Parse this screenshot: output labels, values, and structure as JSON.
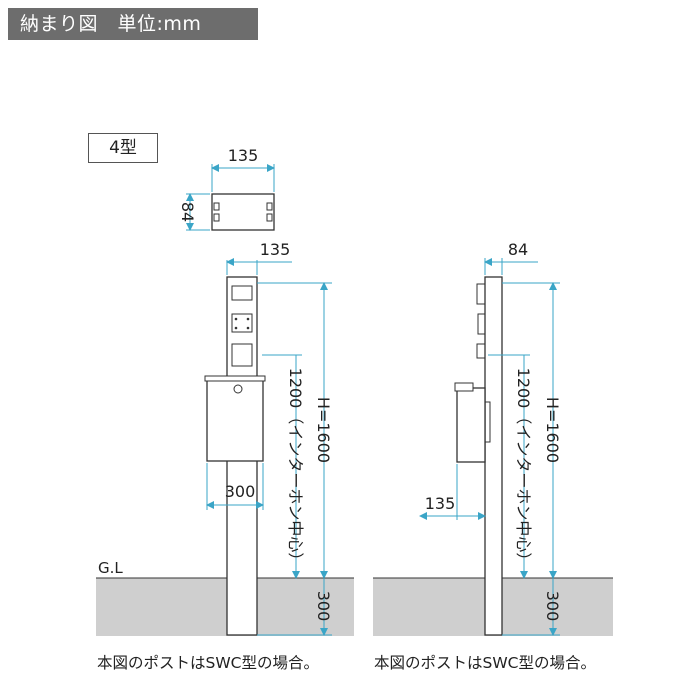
{
  "header": {
    "title": "納まり図　単位:mm"
  },
  "type_label": "4型",
  "top_view": {
    "width": "135",
    "depth": "84"
  },
  "front_view": {
    "pole_width": "135",
    "height": "H=1600",
    "intercom_center": "1200（インターホン中心）",
    "post_width": "300",
    "embed": "300"
  },
  "side_view": {
    "pole_depth": "84",
    "height": "H=1600",
    "intercom_center": "1200（インターホン中心）",
    "post_offset": "135",
    "embed": "300"
  },
  "ground_label": "G.L",
  "captions": {
    "front": "本図のポストはSWC型の場合。",
    "side": "本図のポストはSWC型の場合。"
  },
  "colors": {
    "title_bg": "#6d6d6d",
    "ground": "#cfcfcf",
    "dim": "#3aa5c7",
    "line": "#333333"
  }
}
